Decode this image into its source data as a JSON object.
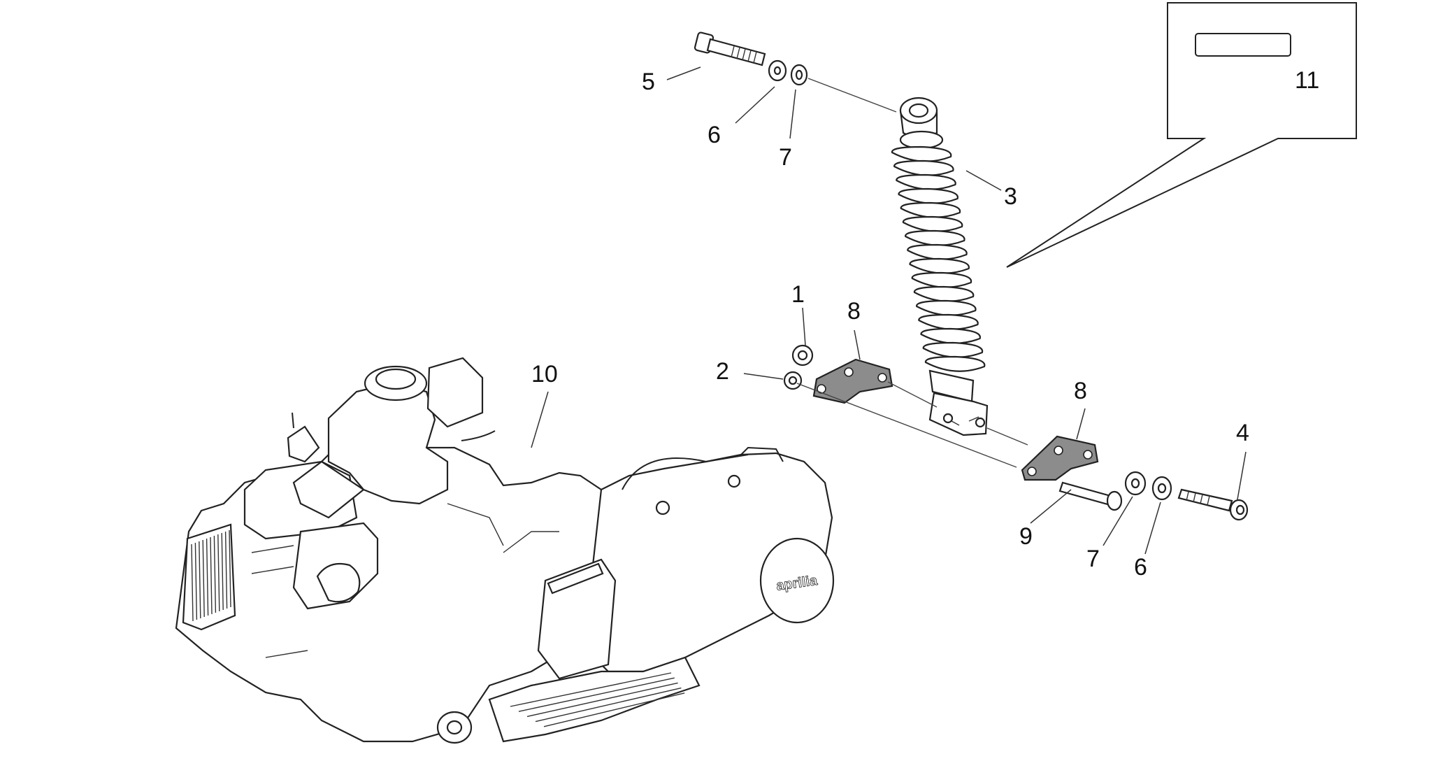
{
  "callouts": {
    "c1": "1",
    "c2": "2",
    "c3": "3",
    "c4": "4",
    "c5": "5",
    "c6_top": "6",
    "c6_bottom": "6",
    "c7_top": "7",
    "c7_bottom": "7",
    "c8_left": "8",
    "c8_right": "8",
    "c9": "9",
    "c10": "10",
    "c11": "11"
  },
  "engine_logo": "aprilia",
  "colors": {
    "line": "#222222",
    "bracket_fill": "#8c8c8c",
    "background": "#ffffff"
  }
}
